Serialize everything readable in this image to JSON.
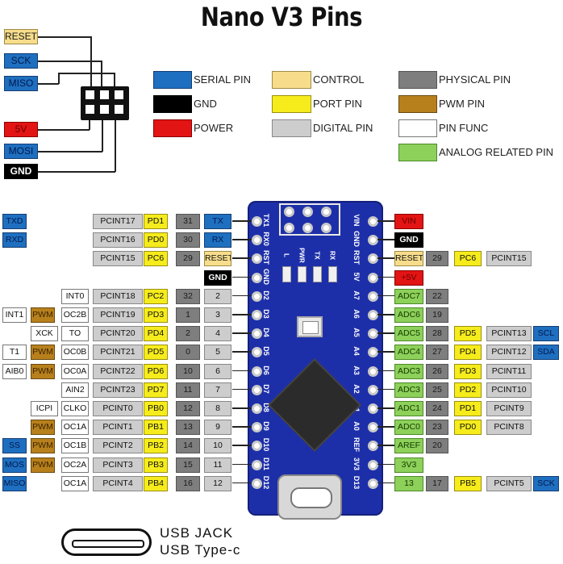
{
  "title": "Nano V3 Pins",
  "legend": [
    {
      "label": "SERIAL PIN",
      "cls": "serial",
      "color": "#1f6fc0"
    },
    {
      "label": "GND",
      "cls": "gnd",
      "color": "#000000"
    },
    {
      "label": "POWER",
      "cls": "power",
      "color": "#e31414"
    },
    {
      "label": "CONTROL",
      "cls": "control",
      "color": "#f7dd8b"
    },
    {
      "label": "PORT PIN",
      "cls": "port",
      "color": "#f6ec1c"
    },
    {
      "label": "DIGITAL PIN",
      "cls": "digital",
      "color": "#cdcdcd"
    },
    {
      "label": "PHYSICAL PIN",
      "cls": "physical",
      "color": "#7e7e7e"
    },
    {
      "label": "PWM PIN",
      "cls": "pwm",
      "color": "#b8801c"
    },
    {
      "label": "PIN FUNC",
      "cls": "func",
      "color": "#ffffff"
    },
    {
      "label": "ANALOG RELATED PIN",
      "cls": "analog",
      "color": "#8dd05a"
    }
  ],
  "icsp": {
    "labels": [
      {
        "text": "RESET",
        "cls": "control"
      },
      {
        "text": "SCK",
        "cls": "serial"
      },
      {
        "text": "MISO",
        "cls": "serial"
      },
      {
        "text": "5V",
        "cls": "power"
      },
      {
        "text": "MOSI",
        "cls": "serial"
      },
      {
        "text": "GND",
        "cls": "gnd"
      }
    ]
  },
  "left_rows": [
    [
      {
        "t": "TXD",
        "c": "serial"
      },
      {
        "t": "",
        "c": ""
      },
      {
        "t": "",
        "c": ""
      },
      {
        "t": "",
        "c": ""
      },
      {
        "t": "PCINT17",
        "c": "digital"
      },
      {
        "t": "PD1",
        "c": "port"
      },
      {
        "t": "31",
        "c": "physical"
      },
      {
        "t": "TX",
        "c": "serial"
      }
    ],
    [
      {
        "t": "RXD",
        "c": "serial"
      },
      {
        "t": "",
        "c": ""
      },
      {
        "t": "",
        "c": ""
      },
      {
        "t": "",
        "c": ""
      },
      {
        "t": "PCINT16",
        "c": "digital"
      },
      {
        "t": "PD0",
        "c": "port"
      },
      {
        "t": "30",
        "c": "physical"
      },
      {
        "t": "RX",
        "c": "serial"
      }
    ],
    [
      {
        "t": "",
        "c": ""
      },
      {
        "t": "",
        "c": ""
      },
      {
        "t": "",
        "c": ""
      },
      {
        "t": "",
        "c": ""
      },
      {
        "t": "PCINT15",
        "c": "digital"
      },
      {
        "t": "PC6",
        "c": "port"
      },
      {
        "t": "29",
        "c": "physical"
      },
      {
        "t": "RESET",
        "c": "control"
      }
    ],
    [
      {
        "t": "",
        "c": ""
      },
      {
        "t": "",
        "c": ""
      },
      {
        "t": "",
        "c": ""
      },
      {
        "t": "",
        "c": ""
      },
      {
        "t": "",
        "c": ""
      },
      {
        "t": "",
        "c": ""
      },
      {
        "t": "",
        "c": ""
      },
      {
        "t": "GND",
        "c": "gnd"
      }
    ],
    [
      {
        "t": "",
        "c": ""
      },
      {
        "t": "",
        "c": ""
      },
      {
        "t": "INT0",
        "c": "func"
      },
      {
        "t": "",
        "c": ""
      },
      {
        "t": "PCINT18",
        "c": "digital"
      },
      {
        "t": "PC2",
        "c": "port"
      },
      {
        "t": "32",
        "c": "physical"
      },
      {
        "t": "2",
        "c": "digital"
      }
    ],
    [
      {
        "t": "INT1",
        "c": "func"
      },
      {
        "t": "PWM",
        "c": "pwm"
      },
      {
        "t": "OC2B",
        "c": "func"
      },
      {
        "t": "",
        "c": ""
      },
      {
        "t": "PCINT19",
        "c": "digital"
      },
      {
        "t": "PD3",
        "c": "port"
      },
      {
        "t": "1",
        "c": "physical"
      },
      {
        "t": "3",
        "c": "digital"
      }
    ],
    [
      {
        "t": "",
        "c": ""
      },
      {
        "t": "",
        "c": ""
      },
      {
        "t": "XCK",
        "c": "func"
      },
      {
        "t": "TO",
        "c": "func"
      },
      {
        "t": "PCINT20",
        "c": "digital"
      },
      {
        "t": "PD4",
        "c": "port"
      },
      {
        "t": "2",
        "c": "physical"
      },
      {
        "t": "4",
        "c": "digital"
      }
    ],
    [
      {
        "t": "T1",
        "c": "func"
      },
      {
        "t": "PWM",
        "c": "pwm"
      },
      {
        "t": "OC0B",
        "c": "func"
      },
      {
        "t": "",
        "c": ""
      },
      {
        "t": "PCINT21",
        "c": "digital"
      },
      {
        "t": "PD5",
        "c": "port"
      },
      {
        "t": "0",
        "c": "physical"
      },
      {
        "t": "5",
        "c": "digital"
      }
    ],
    [
      {
        "t": "AIB0",
        "c": "func"
      },
      {
        "t": "PWM",
        "c": "pwm"
      },
      {
        "t": "OC0A",
        "c": "func"
      },
      {
        "t": "",
        "c": ""
      },
      {
        "t": "PCINT22",
        "c": "digital"
      },
      {
        "t": "PD6",
        "c": "port"
      },
      {
        "t": "10",
        "c": "physical"
      },
      {
        "t": "6",
        "c": "digital"
      }
    ],
    [
      {
        "t": "",
        "c": ""
      },
      {
        "t": "",
        "c": ""
      },
      {
        "t": "AIN2",
        "c": "func"
      },
      {
        "t": "",
        "c": ""
      },
      {
        "t": "PCINT23",
        "c": "digital"
      },
      {
        "t": "PD7",
        "c": "port"
      },
      {
        "t": "11",
        "c": "physical"
      },
      {
        "t": "7",
        "c": "digital"
      }
    ],
    [
      {
        "t": "",
        "c": ""
      },
      {
        "t": "",
        "c": ""
      },
      {
        "t": "ICPI",
        "c": "func"
      },
      {
        "t": "CLKO",
        "c": "func"
      },
      {
        "t": "PCINT0",
        "c": "digital"
      },
      {
        "t": "PB0",
        "c": "port"
      },
      {
        "t": "12",
        "c": "physical"
      },
      {
        "t": "8",
        "c": "digital"
      }
    ],
    [
      {
        "t": "",
        "c": ""
      },
      {
        "t": "PWM",
        "c": "pwm"
      },
      {
        "t": "OC1A",
        "c": "func"
      },
      {
        "t": "",
        "c": ""
      },
      {
        "t": "PCINT1",
        "c": "digital"
      },
      {
        "t": "PB1",
        "c": "port"
      },
      {
        "t": "13",
        "c": "physical"
      },
      {
        "t": "9",
        "c": "digital"
      }
    ],
    [
      {
        "t": "SS",
        "c": "serial"
      },
      {
        "t": "PWM",
        "c": "pwm"
      },
      {
        "t": "OC1B",
        "c": "func"
      },
      {
        "t": "",
        "c": ""
      },
      {
        "t": "PCINT2",
        "c": "digital"
      },
      {
        "t": "PB2",
        "c": "port"
      },
      {
        "t": "14",
        "c": "physical"
      },
      {
        "t": "10",
        "c": "digital"
      }
    ],
    [
      {
        "t": "MOS",
        "c": "serial"
      },
      {
        "t": "PWM",
        "c": "pwm"
      },
      {
        "t": "OC2A",
        "c": "func"
      },
      {
        "t": "",
        "c": ""
      },
      {
        "t": "PCINT3",
        "c": "digital"
      },
      {
        "t": "PB3",
        "c": "port"
      },
      {
        "t": "15",
        "c": "physical"
      },
      {
        "t": "11",
        "c": "digital"
      }
    ],
    [
      {
        "t": "MISO",
        "c": "serial"
      },
      {
        "t": "",
        "c": ""
      },
      {
        "t": "OC1A",
        "c": "func"
      },
      {
        "t": "",
        "c": ""
      },
      {
        "t": "PCINT4",
        "c": "digital"
      },
      {
        "t": "PB4",
        "c": "port"
      },
      {
        "t": "16",
        "c": "physical"
      },
      {
        "t": "12",
        "c": "digital"
      }
    ]
  ],
  "right_rows": [
    [
      {
        "t": "VIN",
        "c": "power"
      },
      {
        "t": "",
        "c": ""
      },
      {
        "t": "",
        "c": ""
      },
      {
        "t": "",
        "c": ""
      },
      {
        "t": "",
        "c": ""
      }
    ],
    [
      {
        "t": "GND",
        "c": "gnd"
      },
      {
        "t": "",
        "c": ""
      },
      {
        "t": "",
        "c": ""
      },
      {
        "t": "",
        "c": ""
      },
      {
        "t": "",
        "c": ""
      }
    ],
    [
      {
        "t": "RESET",
        "c": "control"
      },
      {
        "t": "29",
        "c": "physical"
      },
      {
        "t": "PC6",
        "c": "port"
      },
      {
        "t": "PCINT15",
        "c": "digital"
      },
      {
        "t": "",
        "c": ""
      }
    ],
    [
      {
        "t": "+5V",
        "c": "power"
      },
      {
        "t": "",
        "c": ""
      },
      {
        "t": "",
        "c": ""
      },
      {
        "t": "",
        "c": ""
      },
      {
        "t": "",
        "c": ""
      }
    ],
    [
      {
        "t": "ADC7",
        "c": "analog"
      },
      {
        "t": "22",
        "c": "physical"
      },
      {
        "t": "",
        "c": ""
      },
      {
        "t": "",
        "c": ""
      },
      {
        "t": "",
        "c": ""
      }
    ],
    [
      {
        "t": "ADC6",
        "c": "analog"
      },
      {
        "t": "19",
        "c": "physical"
      },
      {
        "t": "",
        "c": ""
      },
      {
        "t": "",
        "c": ""
      },
      {
        "t": "",
        "c": ""
      }
    ],
    [
      {
        "t": "ADC5",
        "c": "analog"
      },
      {
        "t": "28",
        "c": "physical"
      },
      {
        "t": "PD5",
        "c": "port"
      },
      {
        "t": "PCINT13",
        "c": "digital"
      },
      {
        "t": "SCL",
        "c": "serial"
      }
    ],
    [
      {
        "t": "ADC4",
        "c": "analog"
      },
      {
        "t": "27",
        "c": "physical"
      },
      {
        "t": "PD4",
        "c": "port"
      },
      {
        "t": "PCINT12",
        "c": "digital"
      },
      {
        "t": "SDA",
        "c": "serial"
      }
    ],
    [
      {
        "t": "ADC3",
        "c": "analog"
      },
      {
        "t": "26",
        "c": "physical"
      },
      {
        "t": "PD3",
        "c": "port"
      },
      {
        "t": "PCINT11",
        "c": "digital"
      },
      {
        "t": "",
        "c": ""
      }
    ],
    [
      {
        "t": "ADC3",
        "c": "analog"
      },
      {
        "t": "25",
        "c": "physical"
      },
      {
        "t": "PD2",
        "c": "port"
      },
      {
        "t": "PCINT10",
        "c": "digital"
      },
      {
        "t": "",
        "c": ""
      }
    ],
    [
      {
        "t": "ADC1",
        "c": "analog"
      },
      {
        "t": "24",
        "c": "physical"
      },
      {
        "t": "PD1",
        "c": "port"
      },
      {
        "t": "PCINT9",
        "c": "digital"
      },
      {
        "t": "",
        "c": ""
      }
    ],
    [
      {
        "t": "ADC0",
        "c": "analog"
      },
      {
        "t": "23",
        "c": "physical"
      },
      {
        "t": "PD0",
        "c": "port"
      },
      {
        "t": "PCINT8",
        "c": "digital"
      },
      {
        "t": "",
        "c": ""
      }
    ],
    [
      {
        "t": "AREF",
        "c": "analog"
      },
      {
        "t": "20",
        "c": "physical"
      },
      {
        "t": "",
        "c": ""
      },
      {
        "t": "",
        "c": ""
      },
      {
        "t": "",
        "c": ""
      }
    ],
    [
      {
        "t": "3V3",
        "c": "analog"
      },
      {
        "t": "",
        "c": ""
      },
      {
        "t": "",
        "c": ""
      },
      {
        "t": "",
        "c": ""
      },
      {
        "t": "",
        "c": ""
      }
    ],
    [
      {
        "t": "13",
        "c": "analog"
      },
      {
        "t": "17",
        "c": "physical"
      },
      {
        "t": "PB5",
        "c": "port"
      },
      {
        "t": "PCINT5",
        "c": "digital"
      },
      {
        "t": "SCK",
        "c": "serial"
      }
    ]
  ],
  "board_left_labels": [
    "TX1",
    "RX0",
    "RST",
    "GND",
    "D2",
    "D3",
    "D4",
    "D5",
    "D6",
    "D7",
    "D8",
    "D9",
    "D10",
    "D11",
    "D12"
  ],
  "board_right_labels": [
    "VIN",
    "GND",
    "RST",
    "5V",
    "A7",
    "A6",
    "A5",
    "A4",
    "A3",
    "A2",
    "A1",
    "A0",
    "REF",
    "3V3",
    "D13"
  ],
  "board_top_labels": [
    "L",
    "PWR",
    "TX",
    "RX"
  ],
  "usb": {
    "line1": "USB JACK",
    "line2": "USB Type-c"
  }
}
